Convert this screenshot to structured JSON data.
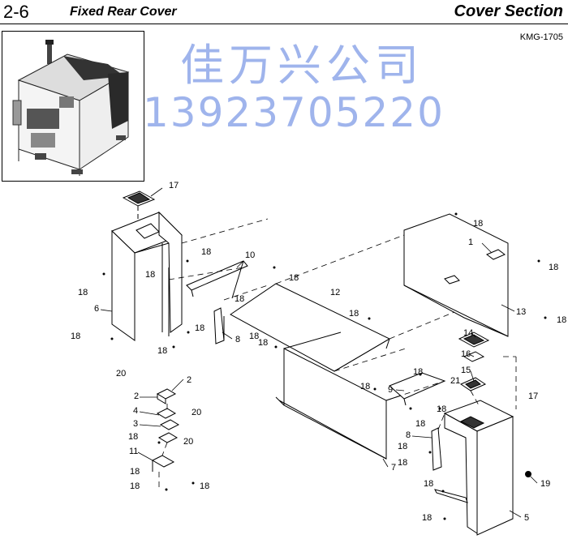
{
  "header": {
    "section_number": "2-6",
    "title": "Fixed Rear Cover",
    "section_name": "Cover Section",
    "model_code": "KMG-1705"
  },
  "watermark": {
    "company": "佳万兴公司",
    "phone": "13923705220"
  },
  "callouts": {
    "c1": "1",
    "c2a": "2",
    "c2b": "2",
    "c3": "3",
    "c4": "4",
    "c5": "5",
    "c6": "6",
    "c7": "7",
    "c8a": "8",
    "c8b": "8",
    "c9": "9",
    "c10": "10",
    "c11": "11",
    "c12": "12",
    "c13": "13",
    "c14": "14",
    "c15": "15",
    "c16": "16",
    "c17a": "17",
    "c17b": "17",
    "c18_01": "18",
    "c18_02": "18",
    "c18_03": "18",
    "c18_04": "18",
    "c18_05": "18",
    "c18_06": "18",
    "c18_07": "18",
    "c18_08": "18",
    "c18_09": "18",
    "c18_10": "18",
    "c18_11": "18",
    "c18_12": "18",
    "c18_13": "18",
    "c18_14": "18",
    "c18_15": "18",
    "c18_16": "18",
    "c18_17": "18",
    "c18_18": "18",
    "c18_19": "18",
    "c18_20": "18",
    "c18_21": "18",
    "c18_22": "18",
    "c18_23": "18",
    "c18_24": "18",
    "c18_25": "18",
    "c18_26": "18",
    "c19": "19",
    "c20a": "20",
    "c20b": "20",
    "c20c": "20",
    "c21": "21"
  }
}
